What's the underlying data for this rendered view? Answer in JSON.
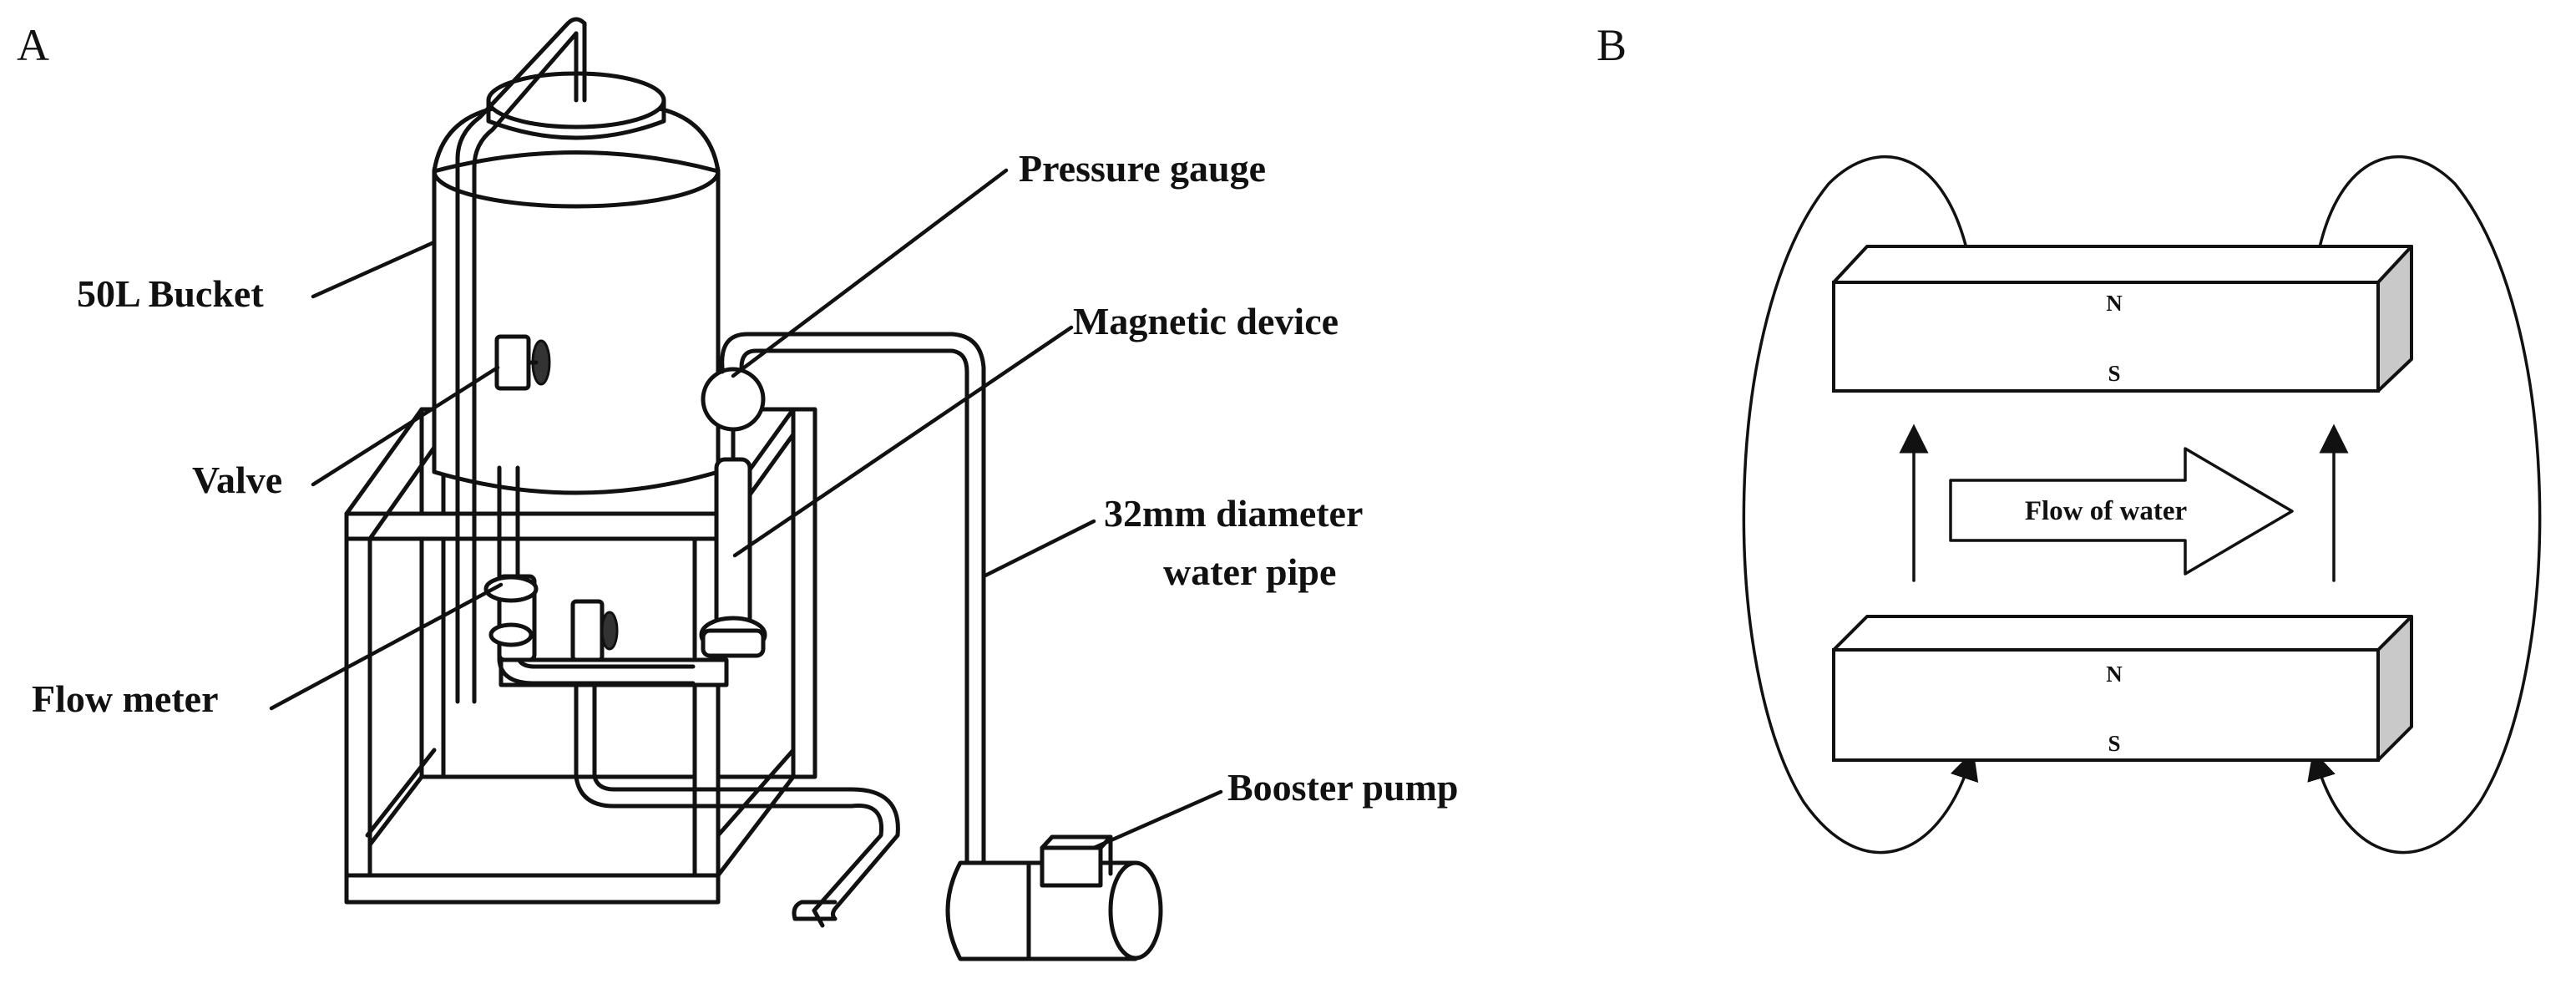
{
  "figure": {
    "panel_a": {
      "letter": "A",
      "labels": {
        "bucket": "50L Bucket",
        "valve": "Valve",
        "flow_meter": "Flow meter",
        "pressure_gauge": "Pressure gauge",
        "magnetic_device": "Magnetic device",
        "pipe_line1": "32mm diameter",
        "pipe_line2": "water pipe",
        "booster_pump": "Booster pump"
      }
    },
    "panel_b": {
      "letter": "B",
      "top_magnet": {
        "north": "N",
        "south": "S"
      },
      "bottom_magnet": {
        "north": "N",
        "south": "S"
      },
      "flow_label": "Flow of water"
    }
  }
}
